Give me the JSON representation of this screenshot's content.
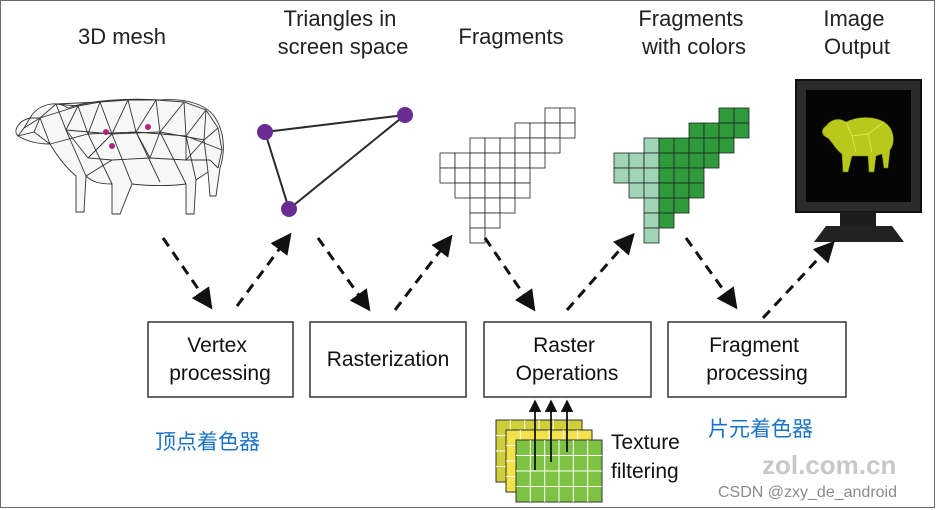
{
  "stages": [
    {
      "id": "mesh",
      "label_lines": [
        "3D mesh"
      ]
    },
    {
      "id": "triangles",
      "label_lines": [
        "Triangles in",
        "screen space"
      ]
    },
    {
      "id": "fragments",
      "label_lines": [
        "Fragments"
      ]
    },
    {
      "id": "colored",
      "label_lines": [
        "Fragments",
        "with colors"
      ]
    },
    {
      "id": "output",
      "label_lines": [
        "Image",
        "Output"
      ]
    }
  ],
  "processes": [
    {
      "id": "vertex",
      "label_lines": [
        "Vertex",
        "processing"
      ]
    },
    {
      "id": "raster",
      "label_lines": [
        "Rasterization"
      ]
    },
    {
      "id": "rops",
      "label_lines": [
        "Raster",
        "Operations"
      ]
    },
    {
      "id": "fragment",
      "label_lines": [
        "Fragment",
        "processing"
      ]
    }
  ],
  "texture_label_lines": [
    "Texture",
    "filtering"
  ],
  "annotations": {
    "vertex_shader_cn": "顶点着色器",
    "fragment_shader_cn": "片元着色器"
  },
  "watermark": {
    "line1": "zol.com.cn",
    "credit": "CSDN @zxy_de_android"
  },
  "colors": {
    "vertex_dot": "#6a2c91",
    "grid_line": "#222222",
    "fragment_light": "#9fd4b4",
    "fragment_dark": "#2f9a3c",
    "texture_yellow": "#f2e14a",
    "texture_green": "#7dc242",
    "monitor_screen": "#050505",
    "annotation_blue": "#1a73c9"
  }
}
